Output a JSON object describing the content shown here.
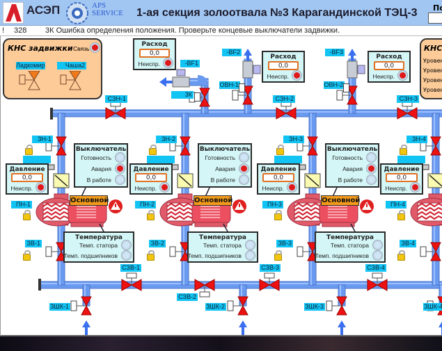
{
  "header": {
    "logo_asep": "АСЭП",
    "logo_aps": "APS",
    "logo_service": "SERVICE",
    "title": "1-ая секция золоотвала №3 Карагандинской ТЭЦ-3",
    "right_label": "По"
  },
  "alarm": {
    "flag": "!",
    "code": "328",
    "message": "3К Ошибка определения положения. Проверьте концевые выключатели задвижки."
  },
  "kns_valves": {
    "title": "КНС задвижки",
    "link_label": "Связь",
    "link_status": "alarm",
    "valves": [
      {
        "label": "Ладкомир"
      },
      {
        "label": "Чаша2"
      }
    ]
  },
  "kns_right": {
    "title": "КНС у",
    "rows": [
      "Уровень",
      "Уровень",
      "Уровень",
      "Уровень"
    ]
  },
  "flowmeters": [
    {
      "tag": "-BF1",
      "title": "Расход",
      "value": "0,0",
      "fault_label": "Неиспр.",
      "fault": true
    },
    {
      "tag": "-BF2",
      "title": "Расход",
      "value": "0,0",
      "fault_label": "Неиспр.",
      "fault": true
    },
    {
      "tag": "-BF3",
      "title": "Расход",
      "value": "0,0",
      "fault_label": "Неиспр.",
      "fault": true
    }
  ],
  "valves": {
    "k3": "3К",
    "ovn1": "ОВН-1",
    "ovn2": "ОВН-2",
    "szn": [
      "СЗН-1",
      "СЗН-2",
      "СЗН-3"
    ],
    "szv": [
      "СЗВ-1",
      "СЗВ-2",
      "СЗВ-3",
      "СЗВ-4"
    ],
    "zshk": [
      "ЗШК-1",
      "ЗШК-2",
      "ЗШК-3",
      "ЗШК-4"
    ]
  },
  "pumps": [
    {
      "zn": "ЗН-1",
      "pn": "ПН-1",
      "zv": "ЗВ-1",
      "pressure": {
        "title": "Давление",
        "value": "0,0",
        "fault_label": "Неиспр."
      },
      "breaker": {
        "title": "Выключатель",
        "ready": "Готовность",
        "alarm": "Авария",
        "running": "В работе"
      },
      "mode": "Основной",
      "temp": {
        "title": "Температура",
        "stator": "Темп. статора",
        "bearings": "Темп. подшипников"
      }
    },
    {
      "zn": "ЗН-2",
      "pn": "ПН-2",
      "zv": "ЗВ-2",
      "pressure": {
        "title": "Давление",
        "value": "0,0",
        "fault_label": "Неиспр."
      },
      "breaker": {
        "title": "Выключатель",
        "ready": "Готовность",
        "alarm": "Авария",
        "running": "В работе"
      },
      "mode": "Основной",
      "temp": {
        "title": "Температура",
        "stator": "Темп. статора",
        "bearings": "Темп. подшипников"
      }
    },
    {
      "zn": "ЗН-3",
      "pn": "ПН-3",
      "zv": "ЗВ-3",
      "pressure": {
        "title": "Давление",
        "value": "0,0",
        "fault_label": "Неиспр."
      },
      "breaker": {
        "title": "Выключатель",
        "ready": "Готовность",
        "alarm": "Авария",
        "running": "В работе"
      },
      "mode": "Основной",
      "temp": {
        "title": "Температура",
        "stator": "Темп. статора",
        "bearings": "Темп. подшипников"
      }
    },
    {
      "zn": "ЗН-4",
      "pn": "ПН-4",
      "zv": "ЗВ-4",
      "pressure": {
        "title": "Давление",
        "value": "0,0",
        "fault_label": "Неиспр."
      }
    }
  ],
  "colors": {
    "pipe": "#6a9af0",
    "valve": "#ee1111",
    "tag": "#12c4f4",
    "panel": "#fdcb98",
    "header": "#a2c6f2"
  }
}
